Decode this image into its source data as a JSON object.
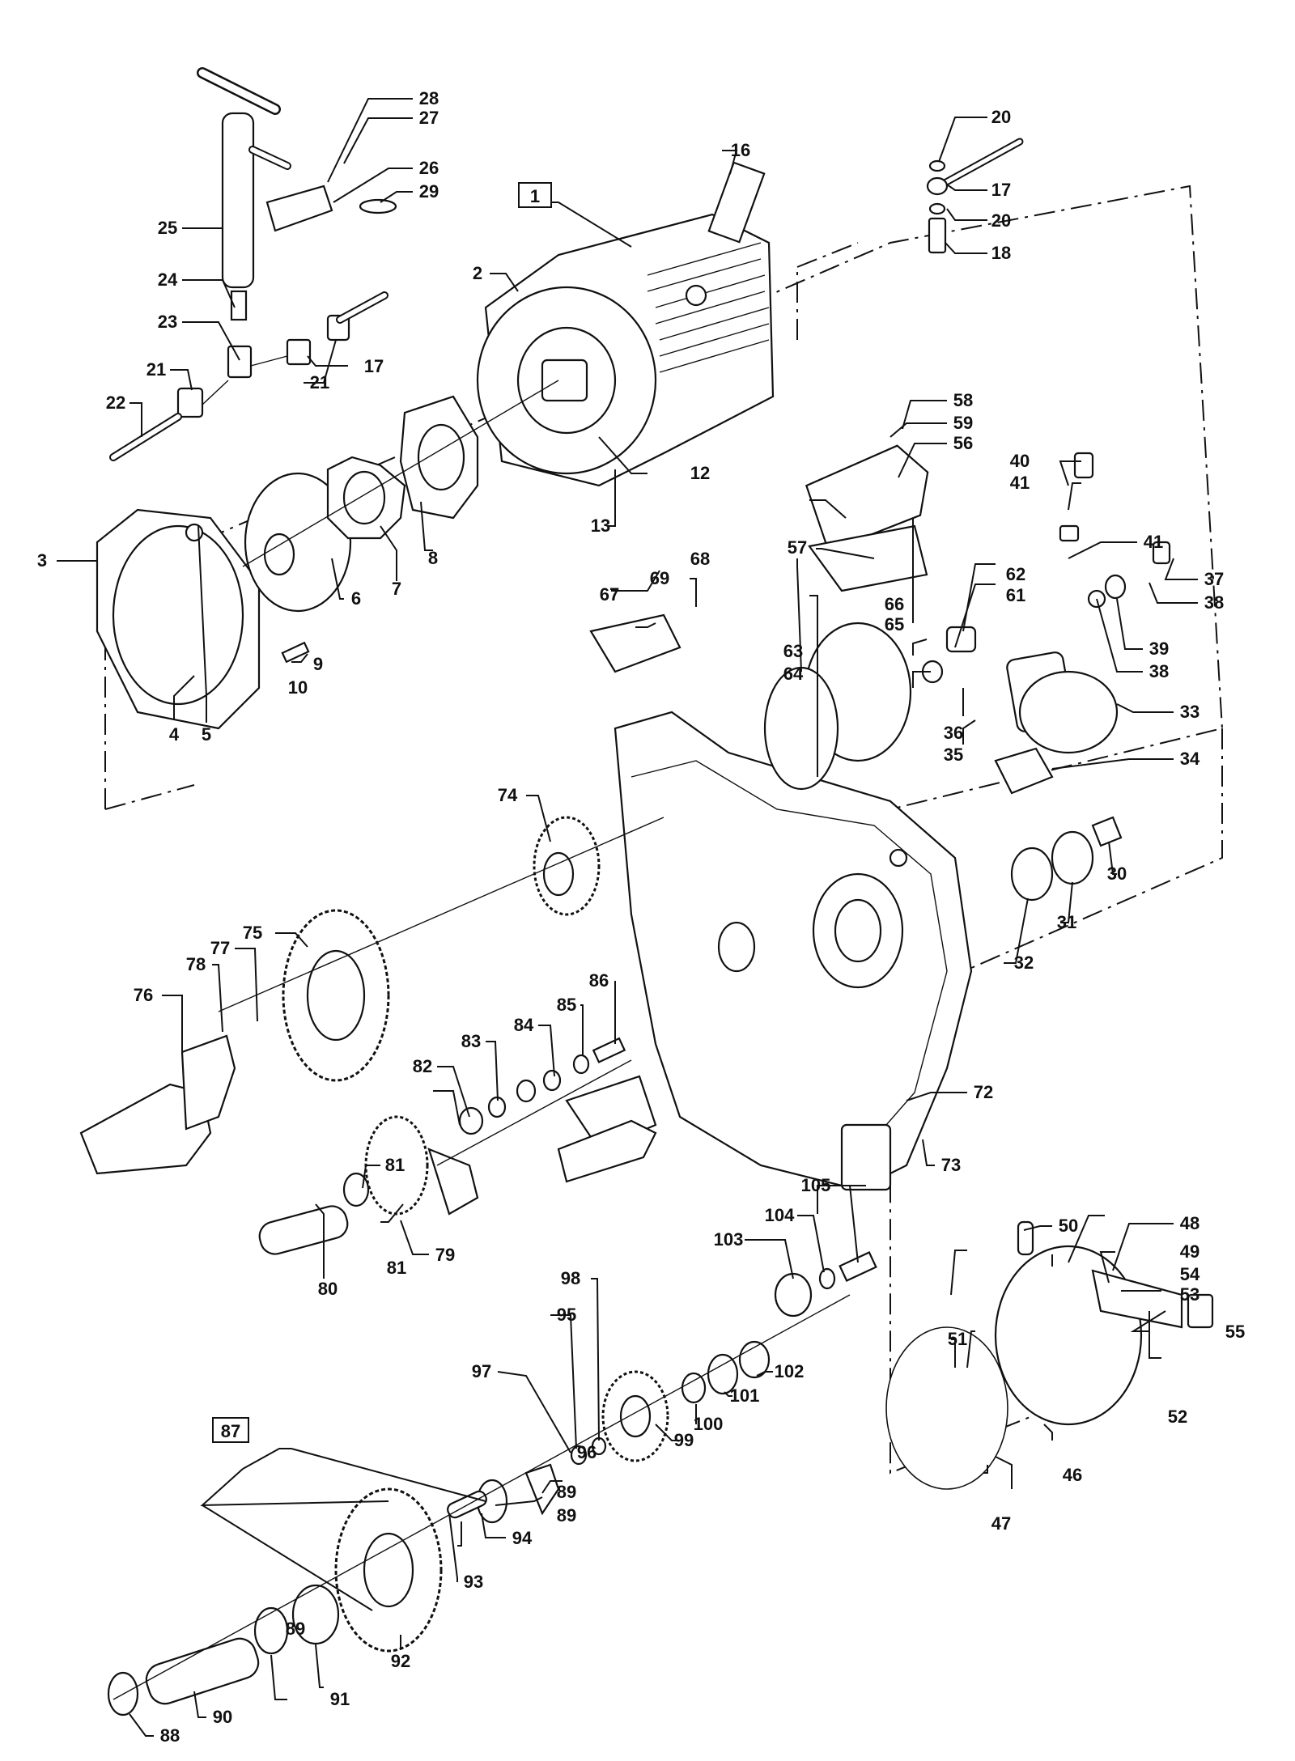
{
  "labels": [
    "1",
    "2",
    "3",
    "4",
    "5",
    "6",
    "7",
    "8",
    "9",
    "10",
    "12",
    "13",
    "16",
    "17",
    "17",
    "18",
    "20",
    "20",
    "21",
    "21",
    "22",
    "23",
    "24",
    "25",
    "26",
    "27",
    "28",
    "29",
    "30",
    "31",
    "32",
    "33",
    "34",
    "35",
    "36",
    "37",
    "38",
    "38",
    "39",
    "40",
    "41",
    "41",
    "46",
    "47",
    "48",
    "49",
    "50",
    "51",
    "52",
    "53",
    "54",
    "55",
    "56",
    "57",
    "58",
    "59",
    "61",
    "62",
    "63",
    "64",
    "65",
    "66",
    "67",
    "68",
    "69",
    "72",
    "73",
    "74",
    "75",
    "76",
    "77",
    "78",
    "79",
    "80",
    "81",
    "81",
    "82",
    "83",
    "84",
    "85",
    "86",
    "87",
    "88",
    "89",
    "89",
    "89",
    "90",
    "91",
    "92",
    "93",
    "94",
    "95",
    "96",
    "97",
    "98",
    "99",
    "100",
    "101",
    "102",
    "103",
    "104",
    "105"
  ],
  "boxed_labels": [
    "1",
    "87"
  ]
}
